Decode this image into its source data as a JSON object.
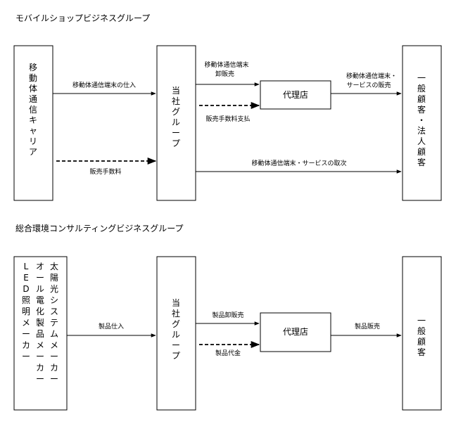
{
  "sections": [
    {
      "title": "モバイルショップビジネスグループ",
      "boxes": {
        "left": [
          "移",
          "動",
          "体",
          "通",
          "信",
          "キ",
          "ャ",
          "リ",
          "ア"
        ],
        "center": [
          "当",
          "社",
          "グ",
          "ル",
          "ー",
          "プ"
        ],
        "agent": "代理店",
        "right": [
          "一",
          "般",
          "顧",
          "客",
          "・",
          "法",
          "人",
          "顧",
          "客"
        ]
      },
      "flows": {
        "purchase": "移動体通信端末の仕入",
        "commission": "販売手数料",
        "wholesale_l1": "移動体通信端末",
        "wholesale_l2": "卸販売",
        "commission_paid": "販売手数料支払",
        "agent_sales_l1": "移動体通信端末・",
        "agent_sales_l2": "サービスの販売",
        "direct_sales": "移動体通信端末・サービスの取次"
      }
    },
    {
      "title": "総合環境コンサルティングビジネスグループ",
      "boxes": {
        "left_col1": [
          "太",
          "陽",
          "光",
          "シ",
          "ス",
          "テ",
          "ム",
          "メ",
          "ー",
          "カ",
          "ー"
        ],
        "left_col2": [
          "オ",
          "ー",
          "ル",
          "電",
          "化",
          "製",
          "品",
          "メ",
          "ー",
          "カ",
          "ー"
        ],
        "left_col3": [
          "L",
          "E",
          "D",
          "照",
          "明",
          "メ",
          "ー",
          "カ",
          "ー"
        ],
        "center": [
          "当",
          "社",
          "グ",
          "ル",
          "ー",
          "プ"
        ],
        "agent": "代理店",
        "right": [
          "一",
          "般",
          "顧",
          "客"
        ]
      },
      "flows": {
        "purchase": "製品仕入",
        "wholesale": "製品卸販売",
        "payment": "製品代金",
        "sales": "製品販売"
      }
    }
  ]
}
